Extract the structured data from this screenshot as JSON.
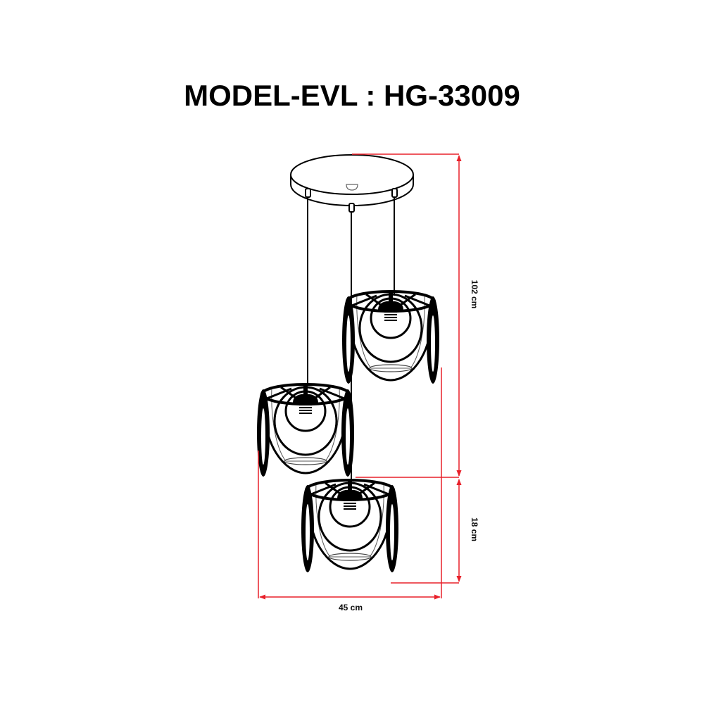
{
  "title": "MODEL-EVL : HG-33009",
  "dimensions": {
    "total_height": "102 cm",
    "shade_height": "18 cm",
    "width": "45 cm"
  },
  "colors": {
    "dimension_line": "#e8202a",
    "drawing": "#000000",
    "background": "#ffffff"
  },
  "drawing": {
    "canopy": "round-ceiling-canopy",
    "pendants": [
      "pendant-lamp-left",
      "pendant-lamp-right",
      "pendant-lamp-bottom"
    ]
  }
}
